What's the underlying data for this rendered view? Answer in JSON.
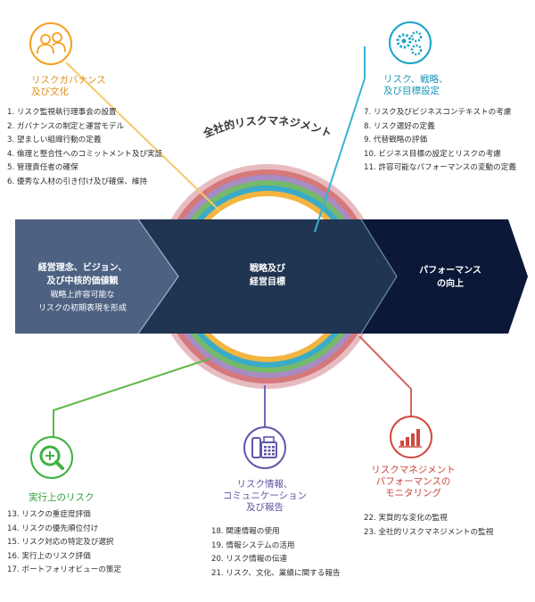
{
  "center": {
    "arc_title": "全社的リスクマネジメント",
    "title_lines": [
      "戦略及び",
      "経営目標"
    ]
  },
  "flow": {
    "left_title_lines": [
      "経営理念、ビジョン、",
      "及び中核的価値観"
    ],
    "left_sub_lines": [
      "戦略上許容可能な",
      "リスクの初期表現を形成"
    ],
    "right_title_lines": [
      "パフォーマンス",
      "の向上"
    ]
  },
  "components": [
    {
      "title_lines": [
        "リスクガバナンス",
        "及び文化"
      ],
      "color": "#f6a11e",
      "icon": "people-icon",
      "items": [
        "1.  リスク監視執行理事会の設置",
        "2.  ガバナンスの制定と運営モデル",
        "3.  望ましい組織行動の定義",
        "4.  倫理と整合性へのコミットメント及び実証",
        "5.  管理責任者の確保",
        "6.  優秀な人材の引き付け及び確保、維持"
      ]
    },
    {
      "title_lines": [
        "リスク、戦略、",
        "及び目標設定"
      ],
      "color": "#1aa4c8",
      "icon": "gears-icon",
      "items": [
        "7.  リスク及びビジネスコンテキストの考慮",
        "8.  リスク選好の定義",
        "9.  代替戦略の評価",
        "10.  ビジネス目標の設定とリスクの考慮",
        "11.  許容可能なパフォーマンスの変動の定義"
      ]
    },
    {
      "title_lines": [
        "実行上のリスク"
      ],
      "color": "#3db23f",
      "icon": "magnifier-icon",
      "items": [
        "13.  リスクの重症度評価",
        "14.  リスクの優先順位付け",
        "15.  リスク対応の特定及び選択",
        "16.  実行上のリスク評価",
        "17.  ポートフォリオビューの策定"
      ]
    },
    {
      "title_lines": [
        "リスク情報、",
        "コミュニケーション",
        "及び報告"
      ],
      "color": "#5f58a8",
      "icon": "phone-fax-icon",
      "items": [
        "18.  関連情報の使用",
        "19.  情報システムの活用",
        "20.  リスク情報の伝達",
        "21.  リスク、文化、業績に関する報告"
      ]
    },
    {
      "title_lines": [
        "リスクマネジメント",
        "パフォーマンスの",
        "モニタリング"
      ],
      "color": "#cf4a3e",
      "icon": "bar-chart-icon",
      "items": [
        "22.  実質的な変化の監視",
        "23.  全社的リスクマネジメントの監視"
      ]
    }
  ]
}
